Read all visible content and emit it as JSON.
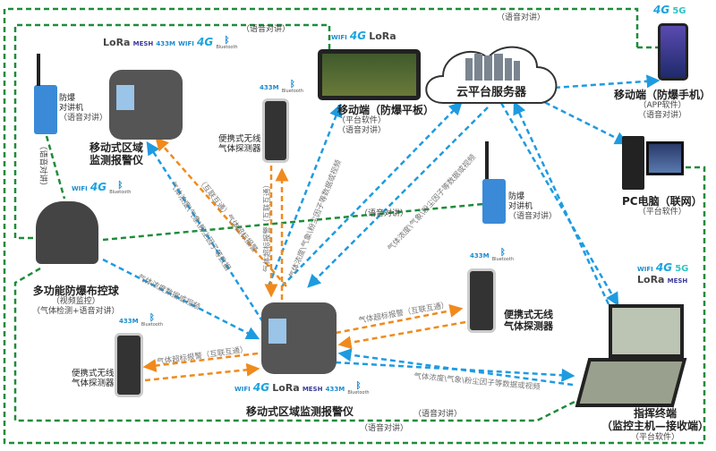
{
  "colors": {
    "voice_line": "#1e8c3a",
    "data_line": "#1e9be0",
    "alarm_line": "#f08a1c"
  },
  "nodes": {
    "cloud": {
      "label": "云平台服务器"
    },
    "phone": {
      "label": "移动端（防爆手机）",
      "sub1": "（APP软件）",
      "sub2": "（语音对讲）",
      "badges": [
        "4G",
        "5G"
      ]
    },
    "pc": {
      "label": "PC电脑（联网）",
      "sub1": "（平台软件）"
    },
    "tablet": {
      "label": "移动端（防爆平板）",
      "sub1": "（平台软件）",
      "sub2": "（语音对讲）",
      "badges": [
        "WIFI",
        "4G",
        "LoRa"
      ]
    },
    "walkie_left": {
      "label1": "防爆",
      "label2": "对讲机",
      "sub1": "（语音对讲）"
    },
    "walkie_mid": {
      "label1": "防爆",
      "label2": "对讲机",
      "sub1": "（语音对讲）"
    },
    "monitor_top": {
      "label1": "移动式区域",
      "label2": "监测报警仪",
      "badges": [
        "LoRa",
        "MESH",
        "433M",
        "WIFI",
        "4G",
        "Bluetooth"
      ]
    },
    "portable_top": {
      "label1": "便携式无线",
      "label2": "气体探测器",
      "badges": [
        "433M",
        "Bluetooth"
      ]
    },
    "dome": {
      "label": "多功能防爆布控球",
      "sub1": "（视频监控）",
      "sub2": "（气体检测+语音对讲）",
      "badges": [
        "WIFI",
        "4G",
        "Bluetooth"
      ]
    },
    "portable_left": {
      "label1": "便携式无线",
      "label2": "气体探测器",
      "badges": [
        "433M",
        "Bluetooth"
      ]
    },
    "portable_right": {
      "label1": "便携式无线",
      "label2": "气体探测器",
      "badges": [
        "433M",
        "Bluetooth"
      ]
    },
    "monitor_center": {
      "label": "移动式区域监测报警仪",
      "badges": [
        "WIFI",
        "4G",
        "LoRa",
        "MESH",
        "433M",
        "Bluetooth"
      ]
    },
    "terminal": {
      "label1": "指挥终端",
      "label2": "（监控主机—接收端）",
      "sub1": "（平台软件）",
      "badges": [
        "WIFI",
        "4G",
        "5G",
        "LoRa",
        "MESH"
      ]
    }
  },
  "link_labels": {
    "voice_top": "（语音对讲）",
    "voice_top2": "（语音对讲）",
    "voice_walkie": "（语音对讲）",
    "voice_mid": "（语音对讲）",
    "voice_bottom1": "（语音对讲）",
    "voice_bottom2": "（语音对讲）",
    "data_top_left": "气体浓度\\气象\\粉尘因子等数据",
    "alarm_top_left": "（互联互通）气体超标报警",
    "alarm_vertical": "气体超标报警（互联互通）",
    "data_tablet": "气体浓度\\气象\\粉尘因子等数据或视频",
    "data_cloud": "气体浓度\\气象\\粉尘因子等数据或视频",
    "data_dome": "气体浓度数据或视频",
    "alarm_left": "气体超标报警（互联互通）",
    "alarm_right": "气体超标报警（互联互通）",
    "data_terminal": "气体浓度\\气象\\粉尘因子等数据或视频"
  }
}
